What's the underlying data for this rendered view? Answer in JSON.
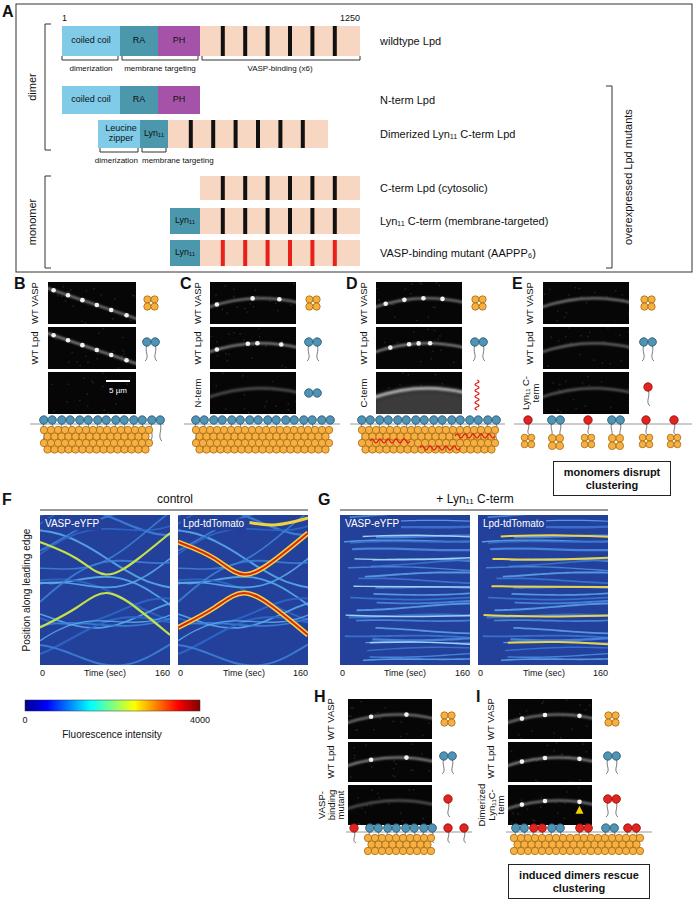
{
  "diagram": {
    "nodes": [
      {
        "text": [
          "coiled coil"
        ]
      },
      {
        "text": [
          "RA"
        ]
      },
      {
        "text": [
          "PH"
        ]
      },
      {
        "text": [
          "coiled coil"
        ]
      },
      {
        "text": [
          "RA"
        ]
      },
      {
        "text": [
          "PH"
        ]
      },
      {
        "text": [
          "Leucine zipper"
        ]
      },
      {
        "text": [
          "Lyn₁₁"
        ]
      },
      {
        "text": [
          "Lyn₁₁"
        ]
      },
      {
        "text": [
          "Lyn₁₁"
        ]
      },
      {
        "text": [
          "monomers disrupt clustering"
        ]
      },
      {
        "text": [
          "induced dimers rescue clustering"
        ]
      }
    ],
    "labels": [
      "A",
      "1",
      "1250",
      "wildtype Lpd",
      "dimerization",
      "membrane targeting",
      "VASP-binding (x6)",
      "N-term Lpd",
      "Dimerized Lyn₁₁ C-term Lpd",
      "dimerization",
      "membrane targeting",
      "C-term Lpd (cytosolic)",
      "Lyn₁₁ C-term (membrane-targeted)",
      "VASP-binding mutant (AAPPP₆)",
      "dimer",
      "monomer",
      "overexpressed Lpd mutants",
      "B",
      "WT VASP",
      "WT Lpd",
      "5 µm",
      "C",
      "WT VASP",
      "WT Lpd",
      "N-term",
      "D",
      "WT VASP",
      "WT Lpd",
      "C-term",
      "E",
      "WT VASP",
      "WT Lpd",
      "Lyn₁₁ C-term",
      "F",
      "control",
      "VASP-eYFP",
      "Lpd-tdTomato",
      "Position along leading edge",
      "0",
      "Time (sec)",
      "160",
      "0",
      "Time (sec)",
      "160",
      "0",
      "4000",
      "Fluorescence intensity",
      "G",
      "+ Lyn₁₁ C-term",
      "VASP-eYFP",
      "Lpd-tdTomato",
      "0",
      "Time (sec)",
      "160",
      "0",
      "Time (sec)",
      "160",
      "H",
      "WT VASP",
      "WT Lpd",
      "VASP-binding mutant",
      "I",
      "WT VASP",
      "WT Lpd",
      "Dimerized Lyn₁₁C-term"
    ]
  }
}
